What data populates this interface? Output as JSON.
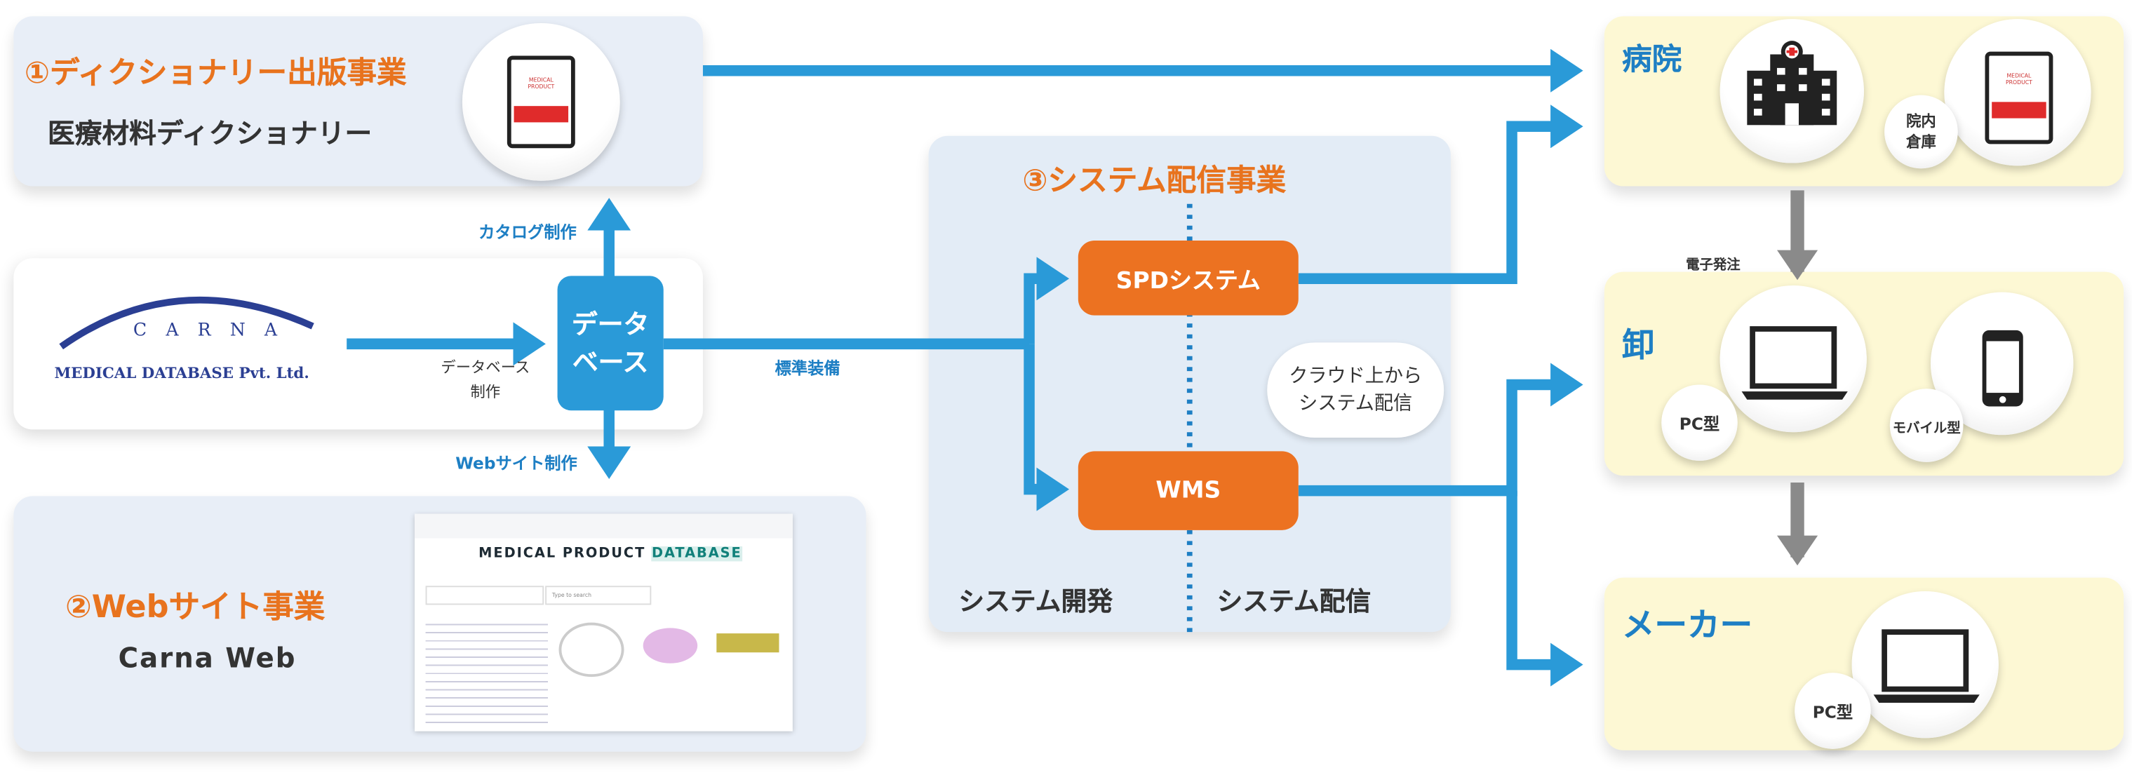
{
  "dictionary": {
    "title": "①ディクショナリー出版事業",
    "subtitle": "医療材料ディクショナリー"
  },
  "carna": {
    "logo_name": "CARNA",
    "logo_sub": "MEDICAL DATABASE Pvt. Ltd.",
    "arrow_label": [
      "データベース",
      "制作"
    ]
  },
  "database": {
    "label": [
      "データ",
      "ベース"
    ],
    "up_label": "カタログ制作",
    "down_label": "Webサイト制作",
    "right_label": "標準装備"
  },
  "website": {
    "title": "②Webサイト事業",
    "subtitle": "Carna Web",
    "screenshot": {
      "heading_a": "MEDICAL PRODUCT",
      "heading_b": "DATABASE",
      "search_placeholder": "Type to search"
    }
  },
  "system": {
    "title": "③システム配信事業",
    "spd": "SPDシステム",
    "wms": "WMS",
    "cloud": [
      "クラウド上から",
      "システム配信"
    ],
    "left_label": "システム開発",
    "right_label": "システム配信"
  },
  "hospital": {
    "title": "病院",
    "warehouse": [
      "院内",
      "倉庫"
    ]
  },
  "order_label": "電子発注",
  "wholesaler": {
    "title": "卸",
    "pc": "PC型",
    "mobile": "モバイル型"
  },
  "maker": {
    "title": "メーカー",
    "pc": "PC型"
  },
  "colors": {
    "orange": "#ec7221",
    "blue": "#2a9ad8",
    "gray_arrow": "#8a8a8a",
    "panel_blue": "#e8eef7",
    "panel_yellow": "#fdf8d4"
  }
}
